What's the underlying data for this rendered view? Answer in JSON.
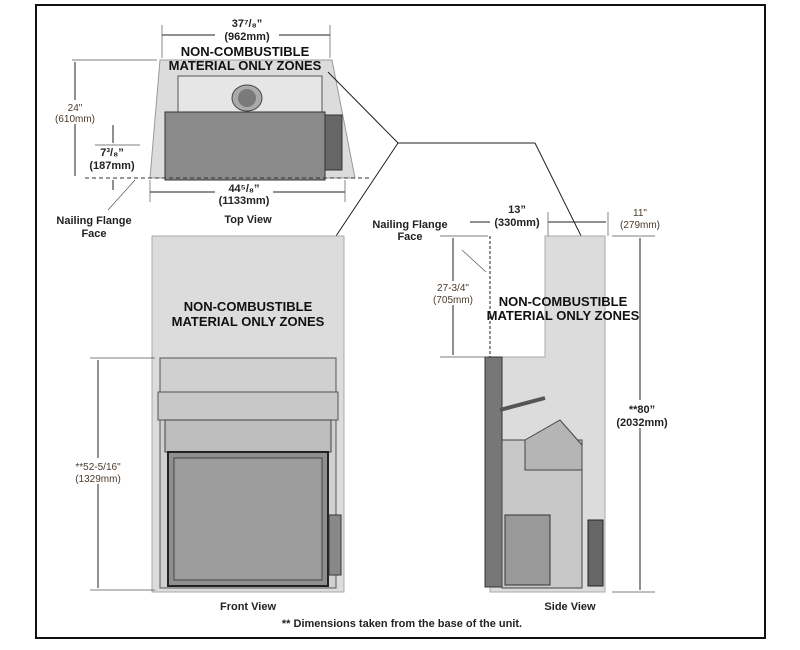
{
  "top_view": {
    "width_top": "37⁷/₈”",
    "width_top_mm": "(962mm)",
    "zone_line1": "NON-COMBUSTIBLE",
    "zone_line2": "MATERIAL ONLY ZONES",
    "depth": "24\"",
    "depth_mm": "(610mm)",
    "offset": "7³/₈”",
    "offset_mm": "(187mm)",
    "width_bottom": "44⁵/₈”",
    "width_bottom_mm": "(1133mm)",
    "flange_line1": "Nailing Flange",
    "flange_line2": "Face",
    "title": "Top View"
  },
  "front_view": {
    "zone_line1": "NON-COMBUSTIBLE",
    "zone_line2": "MATERIAL ONLY ZONES",
    "height": "**52-5/16\"",
    "height_mm": "(1329mm)",
    "title": "Front View"
  },
  "side_view": {
    "flange_line1": "Nailing Flange",
    "flange_line2": "Face",
    "depth": "13”",
    "depth_mm": "(330mm)",
    "zone_depth": "11\"",
    "zone_depth_mm": "(279mm)",
    "lower": "27-3/4\"",
    "lower_mm": "(705mm)",
    "zone_line1": "NON-COMBUSTIBLE",
    "zone_line2": "MATERIAL ONLY ZONES",
    "height": "**80”",
    "height_mm": "(2032mm)",
    "title": "Side View"
  },
  "footnote": "** Dimensions taken from the base of the unit."
}
